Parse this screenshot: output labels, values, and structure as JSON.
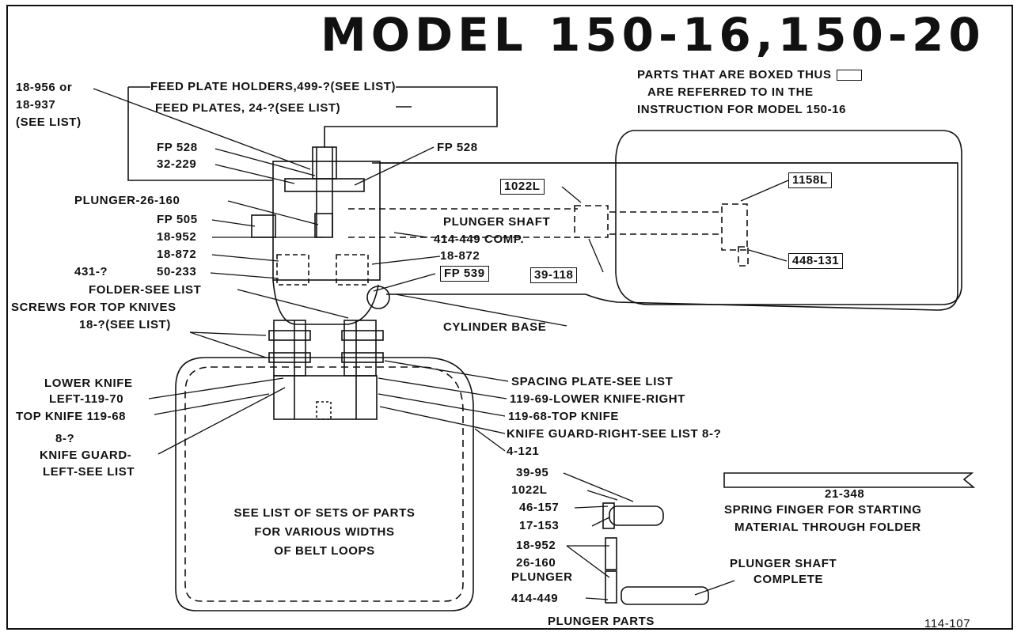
{
  "title": "MODEL 150-16,150-20",
  "legend": {
    "line1": "PARTS THAT ARE BOXED THUS",
    "line2": "ARE REFERRED TO IN THE",
    "line3": "INSTRUCTION FOR MODEL 150-16"
  },
  "top_notes": {
    "feed_plate_holders": "FEED PLATE HOLDERS,499-?(SEE LIST)",
    "feed_plates": "FEED PLATES, 24-?(SEE LIST)",
    "ref_18_956_a": "18-956 or",
    "ref_18_956_b": "18-937",
    "ref_18_956_c": "(SEE LIST)"
  },
  "left_labels": {
    "fp528_left": "FP 528",
    "l32_229": "32-229",
    "plunger": "PLUNGER-26-160",
    "fp505": "FP 505",
    "l18_952": "18-952",
    "l18_872_left": "18-872",
    "l431": "431-?",
    "l50_233": "50-233",
    "folder": "FOLDER-SEE LIST",
    "screws_a": "SCREWS FOR TOP KNIVES",
    "screws_b": "18-?(SEE LIST)",
    "lower_knife_a": "LOWER KNIFE",
    "lower_knife_b": "LEFT-119-70",
    "top_knife_left": "TOP KNIFE 119-68",
    "guard_left_a": "8-?",
    "guard_left_b": "KNIFE GUARD-",
    "guard_left_c": "LEFT-SEE LIST"
  },
  "right_labels": {
    "fp528_right": "FP 528",
    "plunger_shaft_a": "PLUNGER SHAFT",
    "plunger_shaft_b": "414-449 COMP.",
    "l18_872_right": "18-872",
    "fp539": "FP 539",
    "l1022l": "1022L",
    "l1158l": "1158L",
    "l39_118": "39-118",
    "l448_131": "448-131",
    "cylinder_base": "CYLINDER BASE",
    "spacing_plate": "SPACING PLATE-SEE LIST",
    "lower_knife_right": "119-69-LOWER KNIFE-RIGHT",
    "top_knife_right": "119-68-TOP KNIFE",
    "guard_right": "KNIFE GUARD-RIGHT-SEE LIST 8-?",
    "l4_121": "4-121"
  },
  "center_note": {
    "line1": "SEE LIST OF SETS OF PARTS",
    "line2": "FOR VARIOUS WIDTHS",
    "line3": "OF BELT LOOPS"
  },
  "plunger_parts": {
    "l39_95": "39-95",
    "l1022l": "1022L",
    "l46_157": "46-157",
    "l17_153": "17-153",
    "l18_952": "18-952",
    "l26_160": "26-160",
    "plunger_word": "PLUNGER",
    "l414_449": "414-449",
    "caption": "PLUNGER PARTS",
    "shaft_a": "PLUNGER SHAFT",
    "shaft_b": "COMPLETE"
  },
  "spring_finger": {
    "part": "21-348",
    "line1": "SPRING FINGER FOR STARTING",
    "line2": "MATERIAL THROUGH FOLDER"
  },
  "drawing_number": "114-107"
}
